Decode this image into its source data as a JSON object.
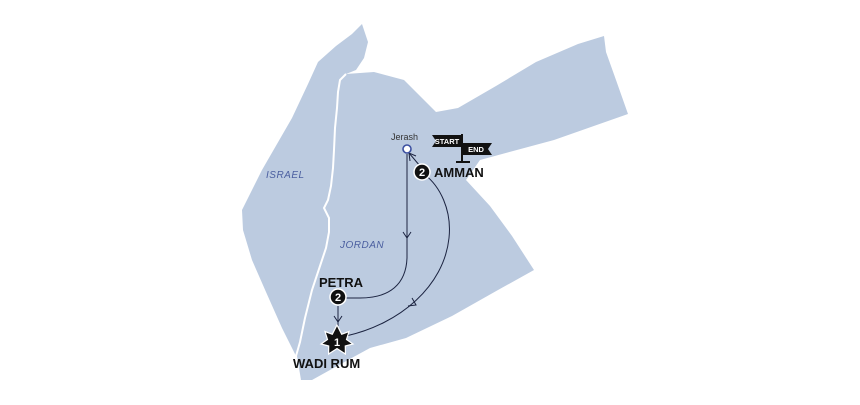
{
  "map": {
    "countries": [
      {
        "id": "israel",
        "label": "ISRAEL"
      },
      {
        "id": "jordan",
        "label": "JORDAN"
      }
    ],
    "colors": {
      "land": "#bccbe0",
      "route": "#1b2340",
      "marker": "#111111",
      "country_label": "#4b5fa0"
    },
    "stops": [
      {
        "id": "amman",
        "name": "AMMAN",
        "nights": "2"
      },
      {
        "id": "petra",
        "name": "PETRA",
        "nights": "2"
      },
      {
        "id": "wadi-rum",
        "name": "WADI RUM",
        "nights": "1",
        "marker": "star-icon"
      },
      {
        "id": "jerash",
        "name": "Jerash",
        "marker": "open-circle-icon"
      }
    ],
    "flag": {
      "start_label": "START",
      "end_label": "END"
    }
  }
}
